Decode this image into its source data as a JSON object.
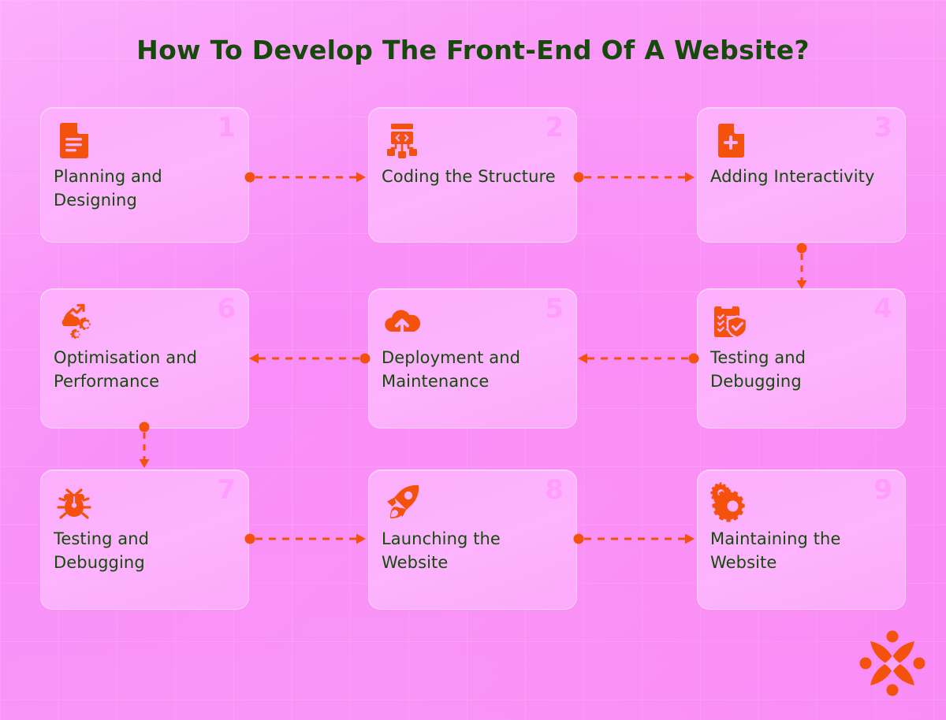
{
  "page": {
    "title": "How To Develop The Front-End Of A Website?",
    "background_color": "#f98df7",
    "card_color": "#fcaffc",
    "accent_color": "#f4510d",
    "text_color": "#154a0b",
    "number_color": "#ff9cfd"
  },
  "cards": [
    {
      "number": "1",
      "label": "Planning and Designing",
      "icon": "document-lines-icon"
    },
    {
      "number": "2",
      "label": "Coding the Structure",
      "icon": "code-sitemap-icon"
    },
    {
      "number": "3",
      "label": "Adding Interactivity",
      "icon": "document-plus-icon"
    },
    {
      "number": "4",
      "label": "Testing and Debugging",
      "icon": "clipboard-shield-check-icon"
    },
    {
      "number": "5",
      "label": "Deployment and Maintenance",
      "icon": "cloud-upload-icon"
    },
    {
      "number": "6",
      "label": "Optimisation and Performance",
      "icon": "cloud-gear-growth-icon"
    },
    {
      "number": "7",
      "label": "Testing and Debugging",
      "icon": "bug-icon"
    },
    {
      "number": "8",
      "label": "Launching the Website",
      "icon": "rocket-icon"
    },
    {
      "number": "9",
      "label": "Maintaining the Website",
      "icon": "gears-icon"
    }
  ],
  "connectors": [
    {
      "name": "connector-1-to-2",
      "direction": "right"
    },
    {
      "name": "connector-2-to-3",
      "direction": "right"
    },
    {
      "name": "connector-3-to-4",
      "direction": "down"
    },
    {
      "name": "connector-4-to-5",
      "direction": "left"
    },
    {
      "name": "connector-5-to-6",
      "direction": "left"
    },
    {
      "name": "connector-6-to-7",
      "direction": "down"
    },
    {
      "name": "connector-7-to-8",
      "direction": "right"
    },
    {
      "name": "connector-8-to-9",
      "direction": "right"
    }
  ],
  "logo": {
    "name": "four-point-star-logo",
    "color": "#f4510d"
  }
}
